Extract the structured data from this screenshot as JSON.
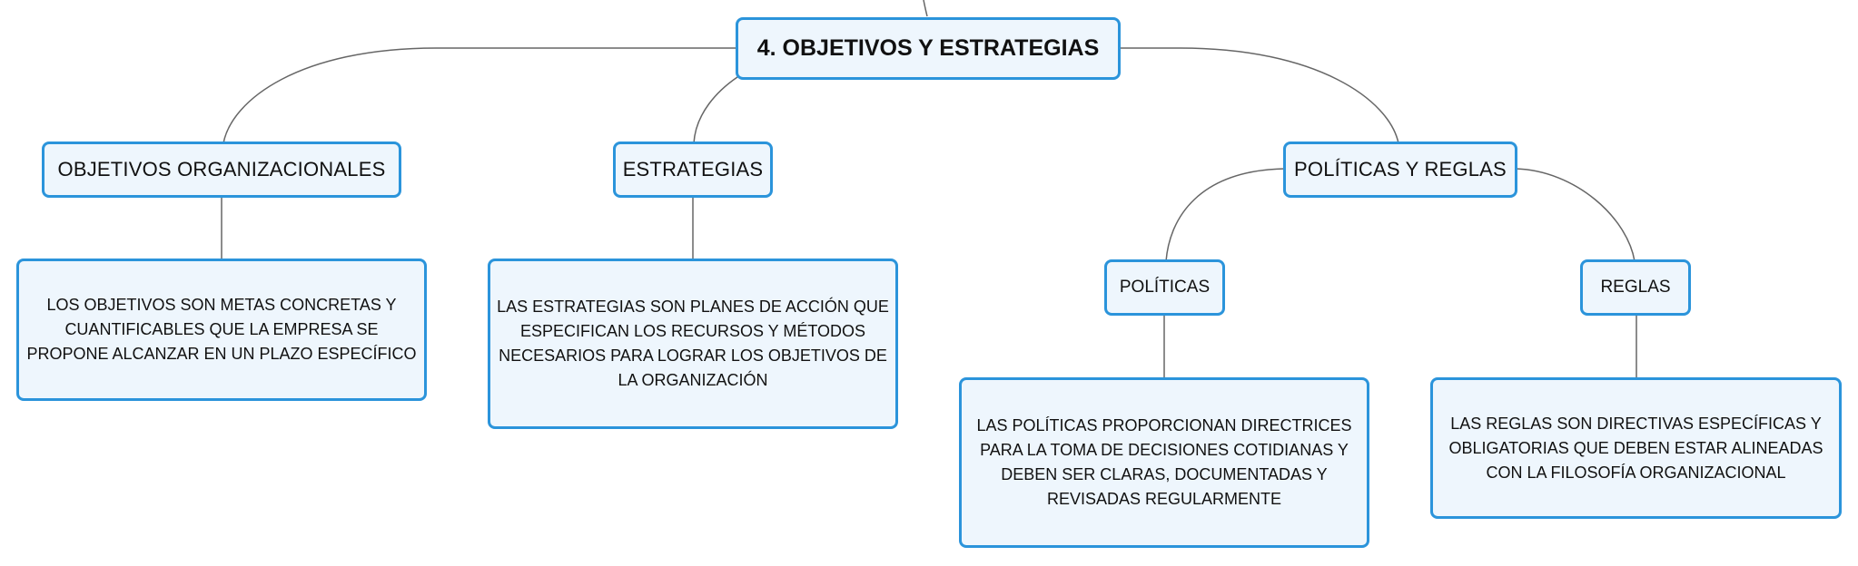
{
  "diagram": {
    "main_topic": "4. OBJETIVOS Y ESTRATEGIAS",
    "branches": {
      "objetivos": {
        "label": "OBJETIVOS ORGANIZACIONALES",
        "description": "LOS OBJETIVOS SON METAS CONCRETAS Y CUANTIFICABLES QUE LA EMPRESA SE PROPONE ALCANZAR EN UN PLAZO ESPECÍFICO"
      },
      "estrategias": {
        "label": "ESTRATEGIAS",
        "description": "LAS ESTRATEGIAS SON PLANES DE ACCIÓN QUE ESPECIFICAN LOS RECURSOS Y MÉTODOS NECESARIOS PARA LOGRAR LOS OBJETIVOS DE LA ORGANIZACIÓN"
      },
      "politicas_reglas": {
        "label": "POLÍTICAS Y REGLAS",
        "children": {
          "politicas": {
            "label": "POLÍTICAS",
            "description": "LAS POLÍTICAS PROPORCIONAN DIRECTRICES PARA LA TOMA DE DECISIONES COTIDIANAS Y DEBEN SER CLARAS, DOCUMENTADAS Y REVISADAS REGULARMENTE"
          },
          "reglas": {
            "label": "REGLAS",
            "description": "LAS REGLAS SON DIRECTIVAS ESPECÍFICAS Y OBLIGATORIAS QUE DEBEN ESTAR ALINEADAS CON LA FILOSOFÍA ORGANIZACIONAL"
          }
        }
      }
    }
  },
  "colors": {
    "node_border": "#2b94db",
    "node_fill": "#eef6fd",
    "connector": "#666666",
    "text": "#111111"
  }
}
